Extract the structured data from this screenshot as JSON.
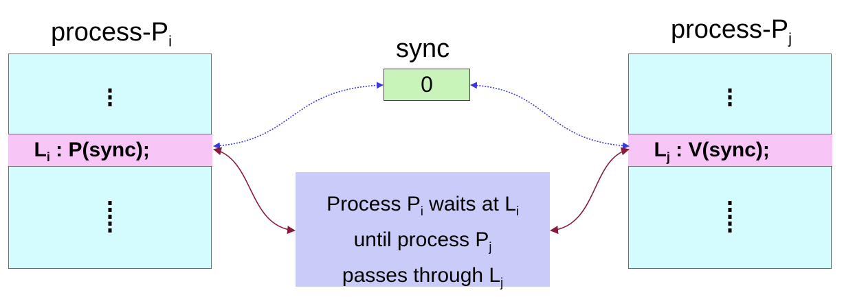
{
  "left_process": {
    "title": "process-P",
    "title_sub": "i",
    "label_pre": "L",
    "label_sub": "i",
    "label_post": " : P(sync);"
  },
  "right_process": {
    "title": "process-P",
    "title_sub": "j",
    "label_pre": "L",
    "label_sub": "j",
    "label_post": " : V(sync);"
  },
  "semaphore": {
    "name": "sync",
    "value": "0"
  },
  "note": {
    "line1_a": "Process P",
    "line1_sub1": "i",
    "line1_b": " waits at L",
    "line1_sub2": "i",
    "line2_a": "until process P",
    "line2_sub": "j",
    "line3_a": "passes through L",
    "line3_sub": "j"
  },
  "colors": {
    "process_box": "#d4fbfd",
    "code_line": "#f7c6f6",
    "semaphore_box": "#c8f4b9",
    "note_box": "#c9cbf8",
    "blue_arrow": "#3a3ad8",
    "red_arrow": "#8b1a3a"
  }
}
